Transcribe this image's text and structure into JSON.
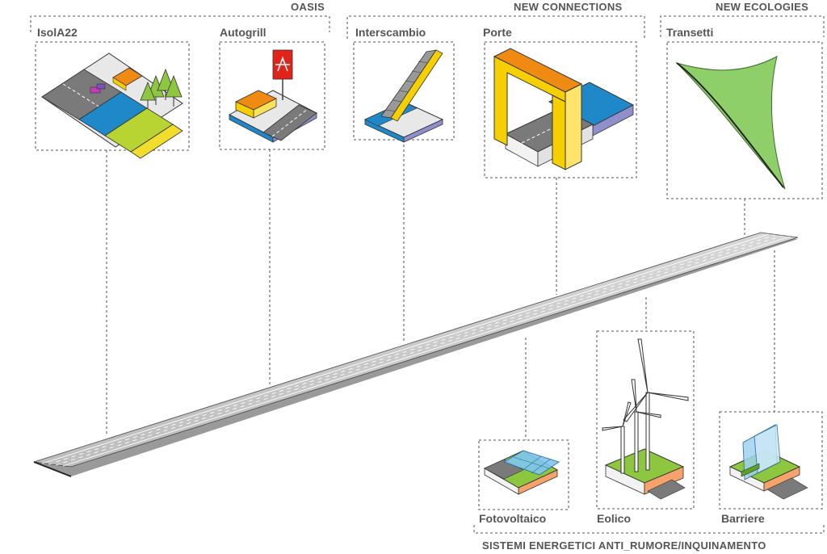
{
  "groups": {
    "oasis": "OASIS",
    "new_connections": "NEW CONNECTIONS",
    "new_ecologies": "NEW ECOLOGIES",
    "energy_systems": "SISTEMI ENERGETICI ANTI_RUMORE/INQUINAMENTO"
  },
  "items": {
    "isola22": "IsolA22",
    "autogrill": "Autogrill",
    "interscambio": "Interscambio",
    "porte": "Porte",
    "transetti": "Transetti",
    "fotovoltaico": "Fotovoltaico",
    "eolico": "Eolico",
    "barriere": "Barriere"
  },
  "colors": {
    "road": "#c9c9c9",
    "blue": "#1f88c9",
    "yellow": "#f5cf00",
    "orange": "#ef8a12",
    "green": "#8dc63f",
    "leaf": "#8fcf6a",
    "sign_red": "#e2231a"
  }
}
